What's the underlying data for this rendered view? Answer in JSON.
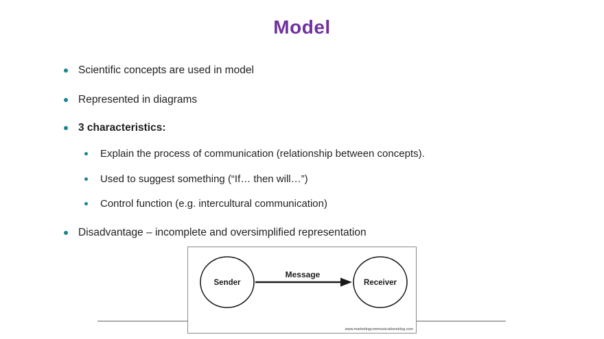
{
  "slide_title": "Model",
  "colors": {
    "title": "#7030A0",
    "bullet": "#1B868D",
    "text": "#212121",
    "line": "#ABABAB",
    "ink": "#1A1A1A"
  },
  "bullets": [
    {
      "level": 1,
      "text": "Scientific concepts are used in model"
    },
    {
      "level": 1,
      "text": "Represented in diagrams"
    },
    {
      "level": 1,
      "text": "3 characteristics:"
    },
    {
      "level": 2,
      "text": "Explain the process of communication (relationship between concepts)."
    },
    {
      "level": 2,
      "text": "Used to suggest something (“If… then will…”)"
    },
    {
      "level": 2,
      "text": "Control function (e.g. intercultural communication)"
    },
    {
      "level": 1,
      "text": "Disadvantage – incomplete and oversimplified representation"
    }
  ],
  "diagram": {
    "sender_label": "Sender",
    "message_label": "Message",
    "receiver_label": "Receiver",
    "source_url": "www.marketingcommunicationsblog.com"
  }
}
